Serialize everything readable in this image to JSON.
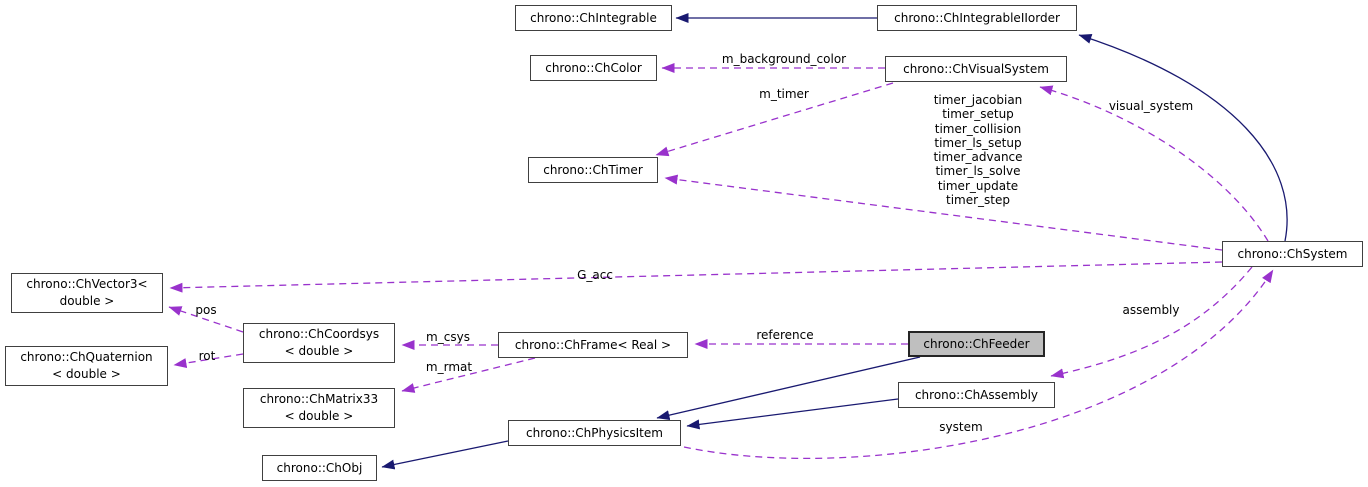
{
  "colors": {
    "inheritance-edge": "#191970",
    "usage-edge": "#9932cc",
    "node-border": "#404040",
    "node-bg": "#ffffff",
    "focus-node-bg": "#bfbfbf",
    "text": "#000000"
  },
  "nodes": {
    "integrable": {
      "label": "chrono::ChIntegrable"
    },
    "integrableIIorder": {
      "label": "chrono::ChIntegrableIIorder"
    },
    "color": {
      "label": "chrono::ChColor"
    },
    "visualSystem": {
      "label": "chrono::ChVisualSystem"
    },
    "timer": {
      "label": "chrono::ChTimer"
    },
    "system": {
      "label": "chrono::ChSystem"
    },
    "vector3": {
      "label": "chrono::ChVector3<\ndouble >"
    },
    "quaternion": {
      "label": "chrono::ChQuaternion\n< double >"
    },
    "coordsys": {
      "label": "chrono::ChCoordsys\n< double >"
    },
    "matrix33": {
      "label": "chrono::ChMatrix33\n< double >"
    },
    "frame": {
      "label": "chrono::ChFrame< Real >"
    },
    "feeder": {
      "label": "chrono::ChFeeder"
    },
    "assembly": {
      "label": "chrono::ChAssembly"
    },
    "physicsItem": {
      "label": "chrono::ChPhysicsItem"
    },
    "obj": {
      "label": "chrono::ChObj"
    }
  },
  "edge_labels": {
    "m_background_color": "m_background_color",
    "m_timer": "m_timer",
    "visual_system": "visual_system",
    "g_acc": "G_acc",
    "pos": "pos",
    "rot": "rot",
    "m_csys": "m_csys",
    "m_rmat": "m_rmat",
    "reference": "reference",
    "assembly": "assembly",
    "system": "system",
    "timer_members": [
      "timer_jacobian",
      "timer_setup",
      "timer_collision",
      "timer_ls_setup",
      "timer_advance",
      "timer_ls_solve",
      "timer_update",
      "timer_step"
    ]
  }
}
